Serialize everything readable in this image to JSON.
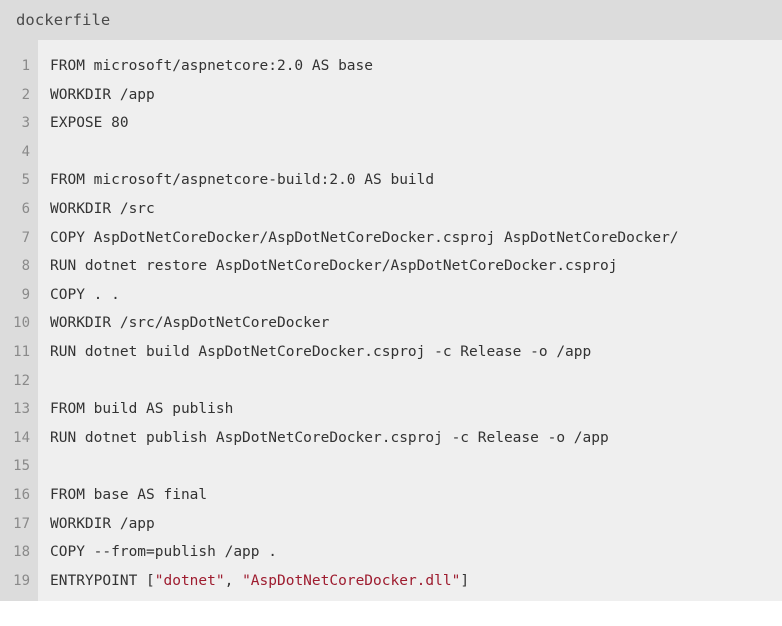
{
  "header": {
    "title": "dockerfile"
  },
  "colors": {
    "header_bg": "#dcdcdc",
    "gutter_bg": "#dcdcdc",
    "code_bg": "#efefef",
    "page_bg": "#ffffff",
    "code_text": "#333333",
    "line_number": "#8a8a8a",
    "string_literal": "#9e1c2f",
    "title_text": "#4a4a4a"
  },
  "code": {
    "language": "dockerfile",
    "line_count": 19,
    "line_numbers": [
      "1",
      "2",
      "3",
      "4",
      "5",
      "6",
      "7",
      "8",
      "9",
      "10",
      "11",
      "12",
      "13",
      "14",
      "15",
      "16",
      "17",
      "18",
      "19"
    ],
    "lines": [
      {
        "n": "1",
        "text": "FROM microsoft/aspnetcore:2.0 AS base"
      },
      {
        "n": "2",
        "text": "WORKDIR /app"
      },
      {
        "n": "3",
        "text": "EXPOSE 80"
      },
      {
        "n": "4",
        "text": ""
      },
      {
        "n": "5",
        "text": "FROM microsoft/aspnetcore-build:2.0 AS build"
      },
      {
        "n": "6",
        "text": "WORKDIR /src"
      },
      {
        "n": "7",
        "text": "COPY AspDotNetCoreDocker/AspDotNetCoreDocker.csproj AspDotNetCoreDocker/"
      },
      {
        "n": "8",
        "text": "RUN dotnet restore AspDotNetCoreDocker/AspDotNetCoreDocker.csproj"
      },
      {
        "n": "9",
        "text": "COPY . ."
      },
      {
        "n": "10",
        "text": "WORKDIR /src/AspDotNetCoreDocker"
      },
      {
        "n": "11",
        "text": "RUN dotnet build AspDotNetCoreDocker.csproj -c Release -o /app"
      },
      {
        "n": "12",
        "text": ""
      },
      {
        "n": "13",
        "text": "FROM build AS publish"
      },
      {
        "n": "14",
        "text": "RUN dotnet publish AspDotNetCoreDocker.csproj -c Release -o /app"
      },
      {
        "n": "15",
        "text": ""
      },
      {
        "n": "16",
        "text": "FROM base AS final"
      },
      {
        "n": "17",
        "text": "WORKDIR /app"
      },
      {
        "n": "18",
        "text": "COPY --from=publish /app ."
      },
      {
        "n": "19",
        "text": "ENTRYPOINT [\"dotnet\", \"AspDotNetCoreDocker.dll\"]",
        "segments": [
          {
            "t": "ENTRYPOINT [",
            "cls": ""
          },
          {
            "t": "\"dotnet\"",
            "cls": "tok-str"
          },
          {
            "t": ", ",
            "cls": ""
          },
          {
            "t": "\"AspDotNetCoreDocker.dll\"",
            "cls": "tok-str"
          },
          {
            "t": "]",
            "cls": ""
          }
        ]
      }
    ]
  }
}
